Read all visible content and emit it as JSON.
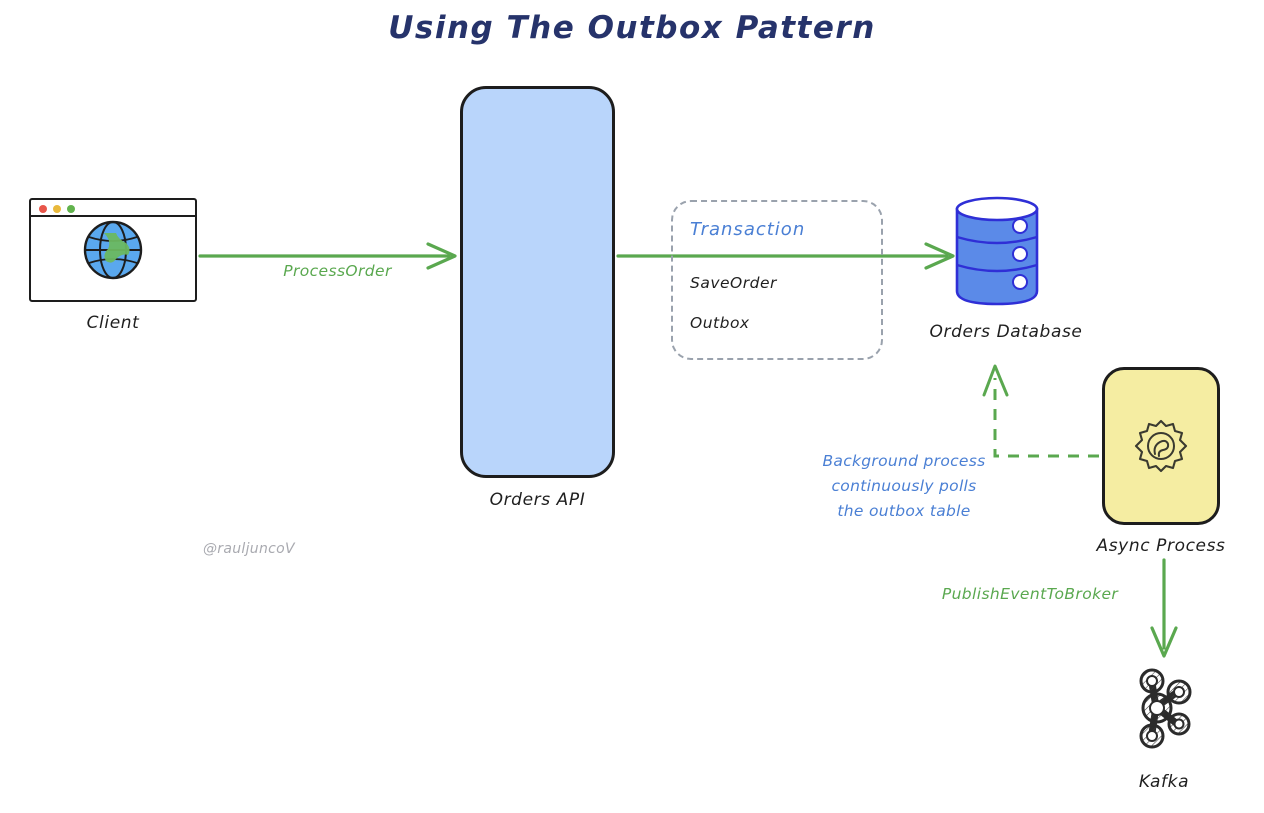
{
  "title": "Using The Outbox Pattern",
  "watermark": "@rauljuncoV",
  "colors": {
    "title": "#26336b",
    "arrow_green": "#5aa84f",
    "annotation_blue": "#4a7fd4",
    "api_fill": "#b9d5fb",
    "async_fill": "#f5eda2",
    "database_fill": "#5b8ae8",
    "database_stroke": "#2f2fd6",
    "node_stroke": "#1d1d1d",
    "dashed_box": "#9aa2ad",
    "watermark": "#a9aab0"
  },
  "nodes": {
    "client": {
      "label": "Client",
      "icon": "browser-window-globe-icon",
      "window_dots": [
        "red",
        "yellow",
        "green"
      ]
    },
    "orders_api": {
      "label": "Orders API"
    },
    "transaction": {
      "title": "Transaction",
      "steps": [
        "SaveOrder",
        "Outbox"
      ]
    },
    "database": {
      "label": "Orders Database",
      "icon": "database-cylinder-icon",
      "tiers": 3
    },
    "async_process": {
      "label": "Async Process",
      "icon": "gear-icon"
    },
    "kafka": {
      "label": "Kafka",
      "icon": "kafka-logo-icon"
    }
  },
  "edges": {
    "client_to_api": {
      "label": "ProcessOrder",
      "style": "solid",
      "color": "#5aa84f"
    },
    "api_to_database": {
      "label": "",
      "style": "solid",
      "color": "#5aa84f"
    },
    "async_to_database": {
      "label": "Background process continuously polls the outbox table",
      "label_lines": [
        "Background process",
        "continuously polls",
        "the outbox table"
      ],
      "style": "dashed",
      "color": "#5aa84f"
    },
    "async_to_kafka": {
      "label": "PublishEventToBroker",
      "style": "solid",
      "color": "#5aa84f"
    }
  }
}
